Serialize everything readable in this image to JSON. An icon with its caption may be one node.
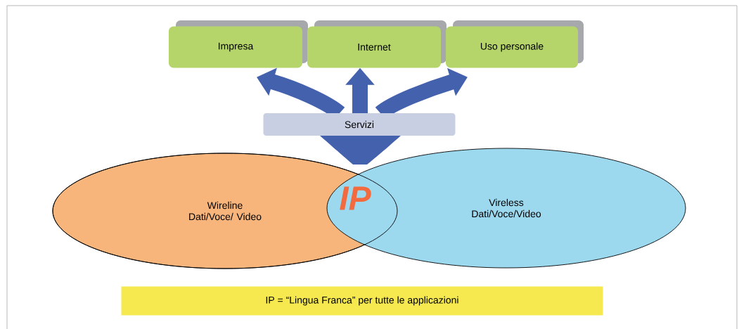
{
  "diagram": {
    "nodes": [
      {
        "text": [
          "Impresa"
        ]
      },
      {
        "text": [
          "Internet"
        ]
      },
      {
        "text": [
          "Uso personale"
        ]
      },
      {
        "text": [
          "Servizi"
        ]
      },
      {
        "text": [
          "Wireline Dati/Voce/ Video"
        ]
      },
      {
        "text": [
          "Vireless Dati/Voce/Video"
        ]
      },
      {
        "text": [
          "IP = “Lingua Franca” per tutte le applicazioni"
        ]
      }
    ],
    "edges": [
      {
        "from": 3,
        "to": 0,
        "arrow": "to"
      },
      {
        "from": 3,
        "to": 1,
        "arrow": "to"
      },
      {
        "from": 3,
        "to": 2,
        "arrow": "to"
      }
    ],
    "labels": [
      "IP"
    ]
  }
}
